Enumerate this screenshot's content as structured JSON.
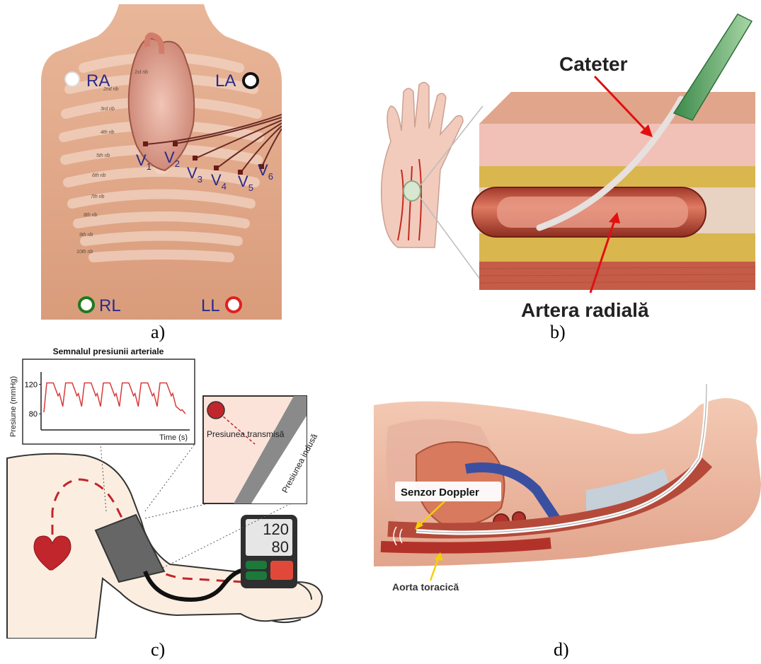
{
  "panel_a": {
    "caption": "a)",
    "electrodes": {
      "ra": "RA",
      "la": "LA",
      "rl": "RL",
      "ll": "LL"
    },
    "precordial": {
      "v1": "V",
      "v1_sub": "1",
      "v2": "V",
      "v2_sub": "2",
      "v3": "V",
      "v3_sub": "3",
      "v4": "V",
      "v4_sub": "4",
      "v5": "V",
      "v5_sub": "5",
      "v6": "V",
      "v6_sub": "6"
    },
    "ribs": [
      "1st rib",
      "2nd rib",
      "3rd rib",
      "4th rib",
      "5th rib",
      "6th rib",
      "7th rib",
      "8th rib",
      "9th rib",
      "10th rib"
    ],
    "colors": {
      "ra": "#ffffff",
      "la": "#111111",
      "rl": "#1e7a1e",
      "ll": "#e02020",
      "lead_text": "#2a2a8a"
    }
  },
  "panel_b": {
    "caption": "b)",
    "catheter_label": "Cateter",
    "artery_label": "Artera radială",
    "colors": {
      "arrow": "#e01010"
    }
  },
  "panel_c": {
    "caption": "c)",
    "chart_title": "Semnalul presiunii arteriale",
    "chart_data": {
      "type": "line",
      "title": "Semnalul presiunii arteriale",
      "xlabel": "Time (s)",
      "ylabel": "Presiune (mmHg)",
      "yticks": [
        120,
        80
      ],
      "x": [
        0,
        0.5,
        1,
        1.5,
        2,
        2.5,
        3,
        3.5,
        4,
        4.5,
        5,
        5.5,
        6,
        6.5,
        7,
        7.5
      ],
      "series": [
        {
          "values": [
            82,
            122,
            90,
            122,
            90,
            122,
            90,
            122,
            90,
            122,
            90,
            122,
            90,
            122,
            90,
            80
          ]
        }
      ]
    },
    "inset": {
      "transmitted": "Presiunea transmisă",
      "induced": "Presiunea indusă"
    },
    "monitor": {
      "systolic": "120",
      "diastolic": "80"
    },
    "colors": {
      "signal": "#d93a3a",
      "heart": "#c0262b",
      "cuff": "#666666",
      "skin": "#fbeee0"
    }
  },
  "panel_d": {
    "caption": "d)",
    "sensor_label": "Senzor Doppler",
    "aorta_label": "Aorta toracică",
    "colors": {
      "arrow": "#f5d000"
    }
  }
}
